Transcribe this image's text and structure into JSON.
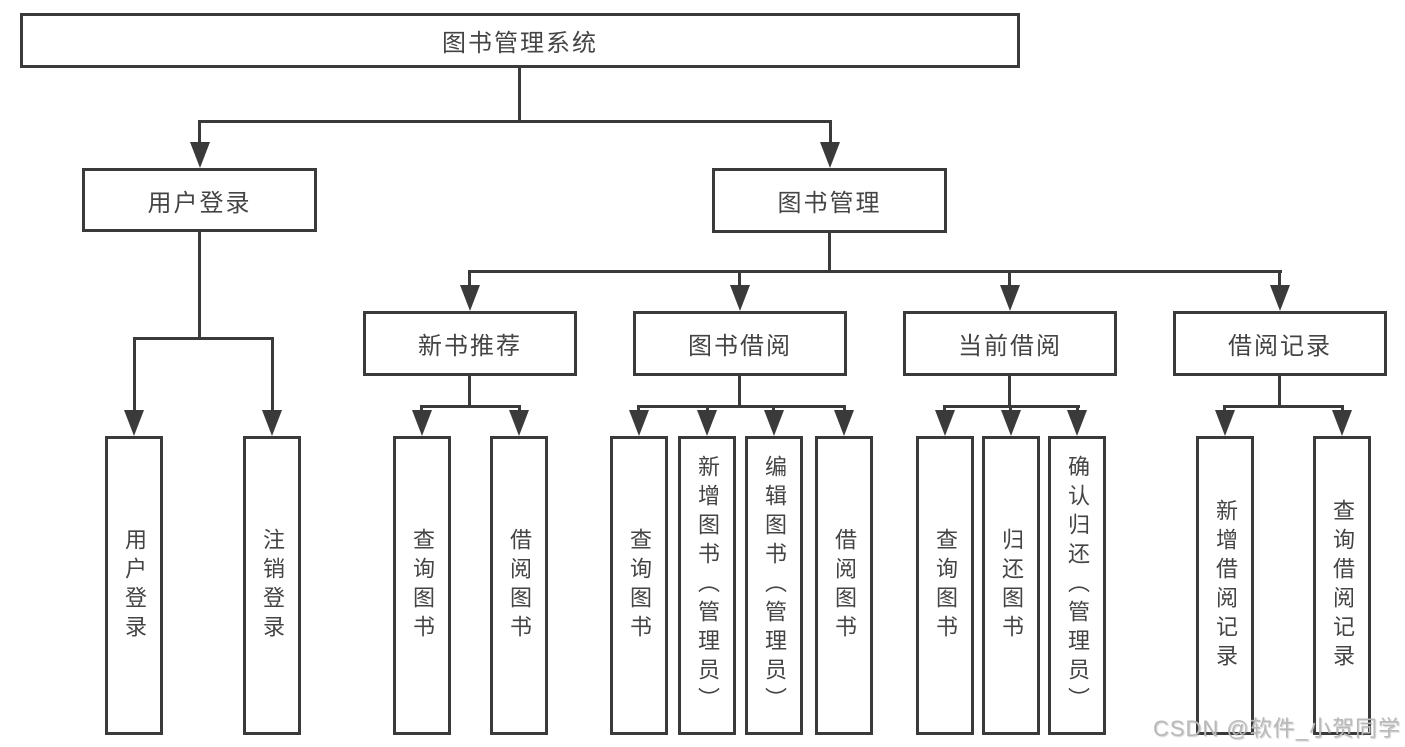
{
  "diagram": {
    "root_label": "图书管理系统",
    "level2": {
      "user_login": "用户登录",
      "book_mgmt": "图书管理"
    },
    "level3": {
      "new_books": "新书推荐",
      "book_borrow": "图书借阅",
      "current_borrow": "当前借阅",
      "borrow_records": "借阅记录"
    },
    "leaves": {
      "user_login": [
        "用户登录",
        "注销登录"
      ],
      "new_books": [
        "查询图书",
        "借阅图书"
      ],
      "book_borrow": [
        "查询图书",
        "新增图书（管理员）",
        "编辑图书（管理员）",
        "借阅图书"
      ],
      "current_borrow": [
        "查询图书",
        "归还图书",
        "确认归还（管理员）"
      ],
      "borrow_records": [
        "新增借阅记录",
        "查询借阅记录"
      ]
    }
  },
  "watermark": {
    "text": "CSDN @软件_小贺同学"
  },
  "colors": {
    "line": "#3a3a3a",
    "text": "#444444",
    "watermark": "#b9b9b9",
    "background": "#ffffff"
  }
}
